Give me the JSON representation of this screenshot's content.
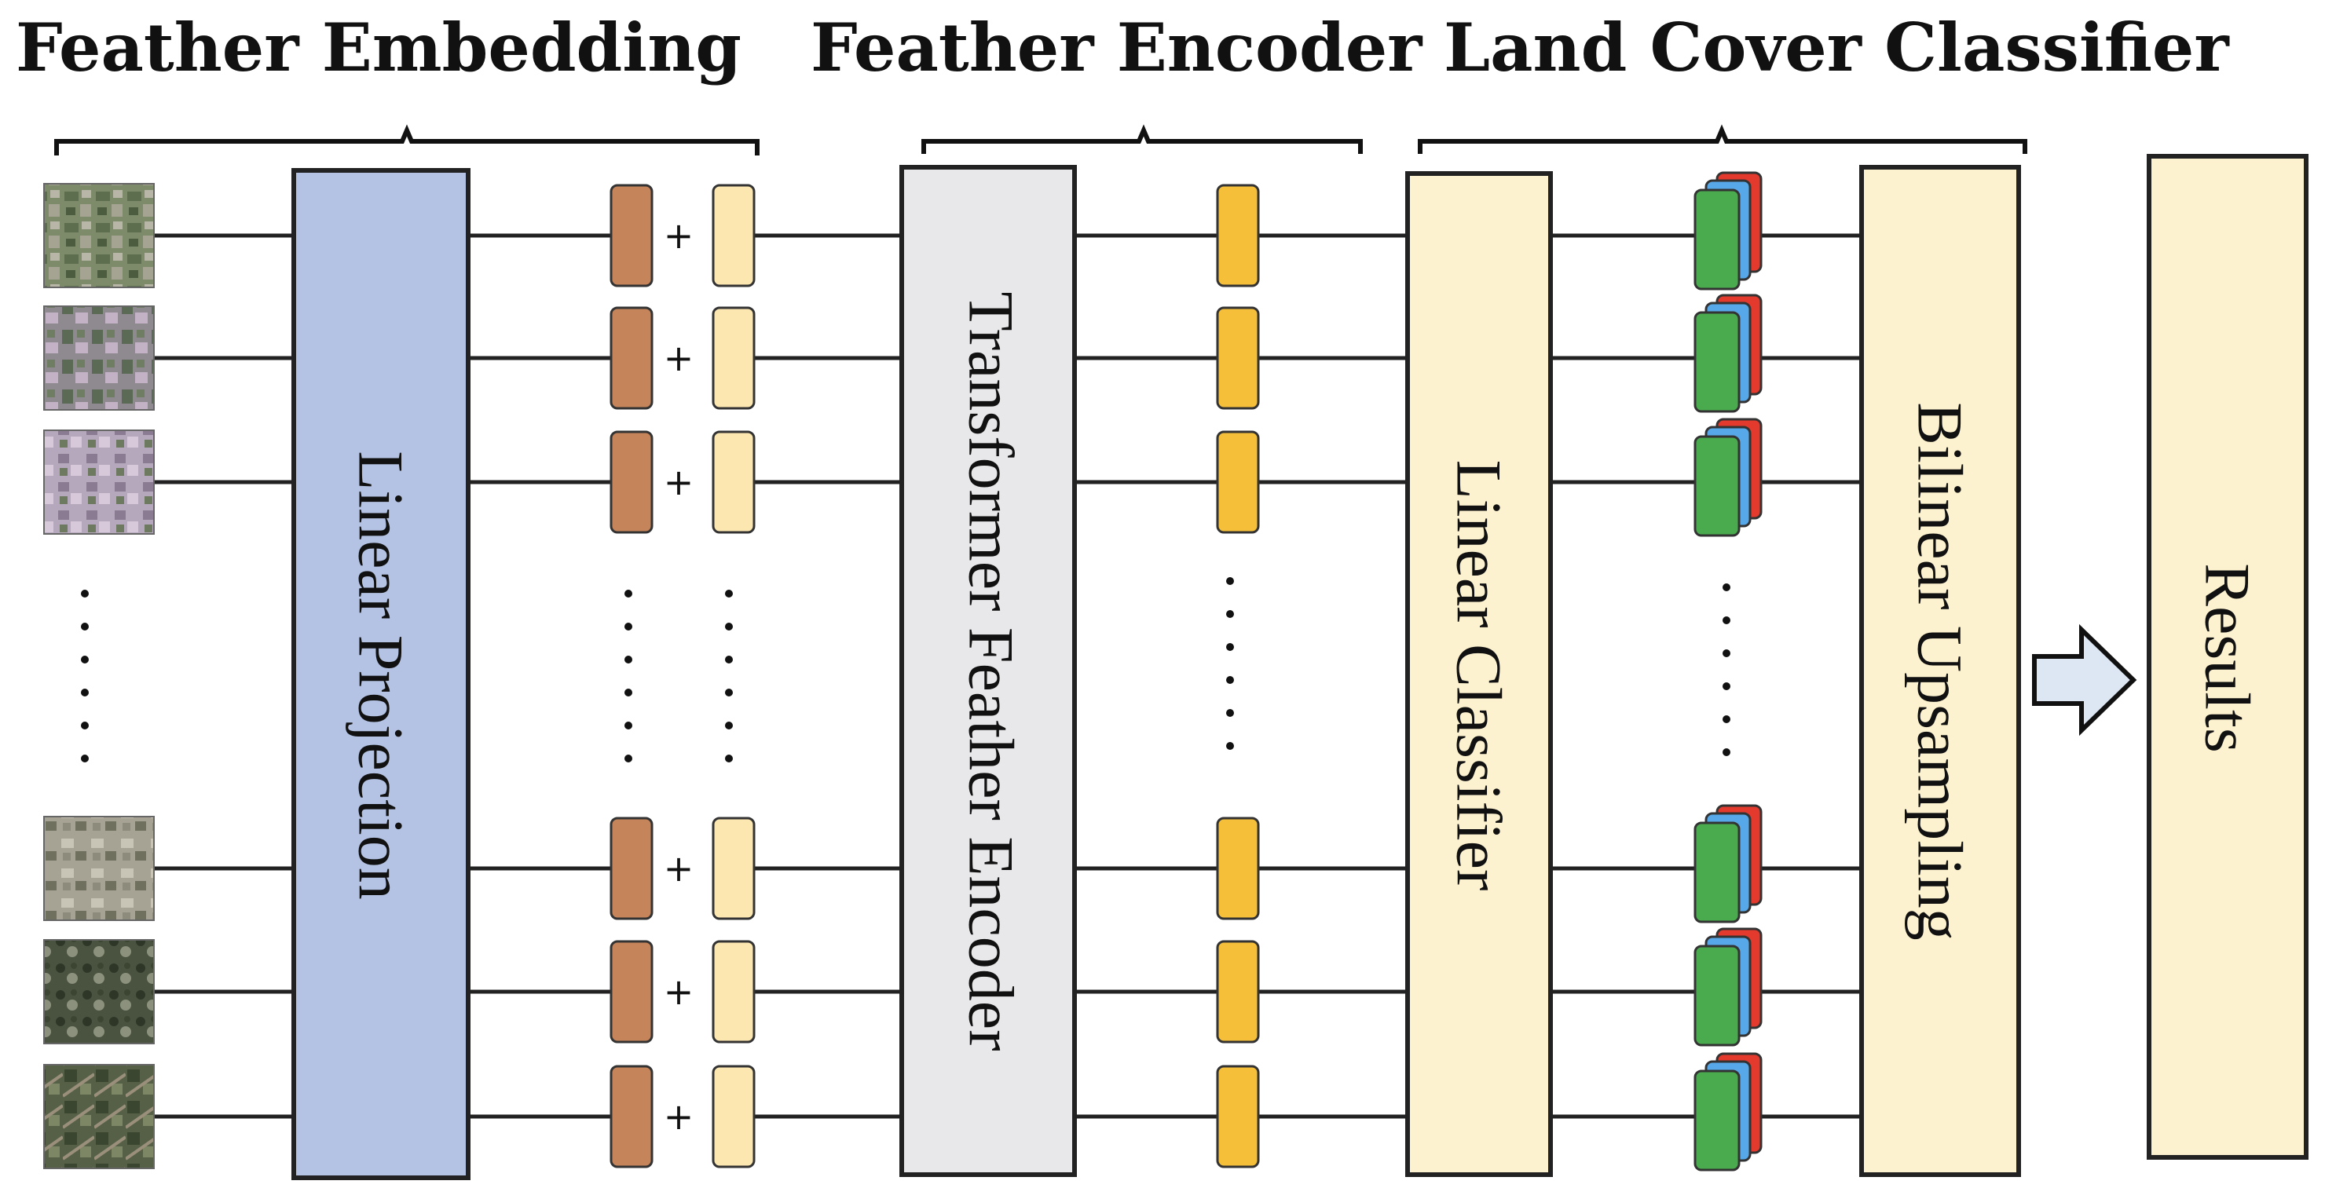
{
  "headers": {
    "embedding": "Feather Embedding",
    "encoder": "Feather Encoder",
    "classifier": "Land Cover Classifier"
  },
  "blocks": {
    "linear_projection": "Linear Projection",
    "transformer_encoder": "Transformer Feather Encoder",
    "linear_classifier": "Linear Classifier",
    "bilinear_upsampling": "Bilinear Upsampling",
    "results": "Results"
  },
  "plus_sign": "+",
  "colors": {
    "linear_projection_fill": "#b4c3e3",
    "transformer_fill": "#e8e7e9",
    "classifier_fill": "#fdf2cf",
    "patch_embedding_token": "#c6845a",
    "position_embedding_token": "#fde7b0",
    "encoded_token": "#f5bf3a",
    "class_map_green": "#4aab4e",
    "class_map_blue": "#56a8e8",
    "class_map_red": "#e43a2e",
    "arrow_fill": "#dde6f3"
  },
  "icons": {
    "input_patch": "satellite-image-patch",
    "output_arrow": "right-arrow-icon"
  }
}
